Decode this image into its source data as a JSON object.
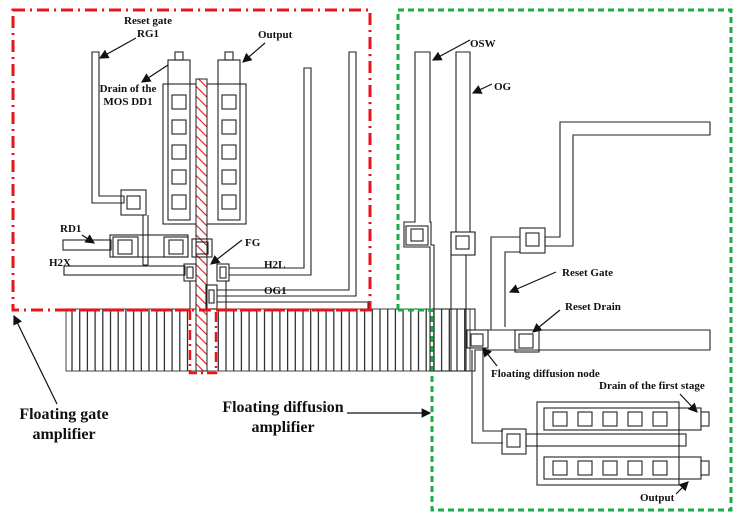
{
  "diagram": {
    "colors": {
      "floating_gate_box": "#e8141a",
      "floating_diffusion_box": "#1cab4a",
      "floating_gate_hatch": "#e8141a",
      "lines": "#222222"
    },
    "labels": {
      "reset_gate_rg1_line1": "Reset gate",
      "reset_gate_rg1_line2": "RG1",
      "output_top": "Output",
      "drain_mos_line1": "Drain of the",
      "drain_mos_line2": "MOS DD1",
      "rd1": "RD1",
      "h2x": "H2X",
      "fg": "FG",
      "h2l": "H2L",
      "og1": "OG1",
      "osw": "OSW",
      "og": "OG",
      "reset_gate": "Reset Gate",
      "reset_drain": "Reset Drain",
      "floating_diffusion_node": "Floating diffusion node",
      "drain_first_stage": "Drain of the first stage",
      "output_bottom": "Output",
      "fga_line1": "Floating gate",
      "fga_line2": "amplifier",
      "fda_line1": "Floating diffusion",
      "fda_line2": "amplifier"
    }
  }
}
